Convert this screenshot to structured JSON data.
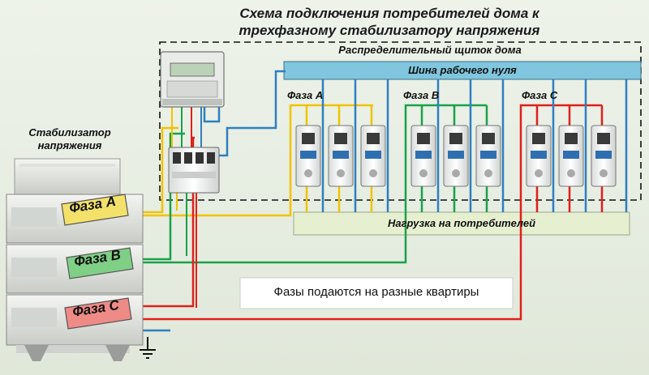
{
  "title": {
    "line1": "Схема подключения потребителей дома к",
    "line2": "трехфазному стабилизатору напряжения"
  },
  "panel_label": "Распределительный щиток дома",
  "neutral_bus_label": "Шина рабочего нуля",
  "phase_groups": [
    "Фаза A",
    "Фаза B",
    "Фаза C"
  ],
  "stabilizer_label": {
    "line1": "Стабилизатор",
    "line2": "напряжения"
  },
  "stabilizer_phases": [
    "Фаза A",
    "Фаза B",
    "Фаза C"
  ],
  "load_label": "Нагрузка на потребителей",
  "note": "Фазы подаются на разные квартиры",
  "colors": {
    "phase_a": "#f2c200",
    "phase_b": "#1aa14a",
    "phase_c": "#e0201c",
    "neutral": "#2f7fc0",
    "bus": "#7fc6de",
    "load_bar": "#e6efd0"
  },
  "icons": [
    "electric-meter-icon",
    "circuit-breaker-icon",
    "ground-icon"
  ]
}
